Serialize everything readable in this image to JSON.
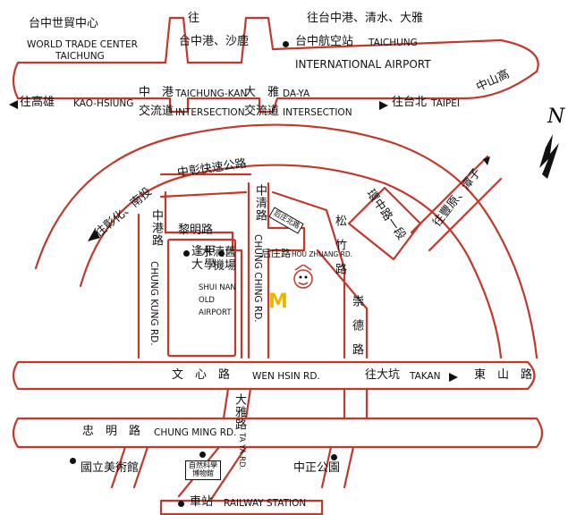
{
  "labels": {
    "wtc_zh": "台中世貿中心",
    "wtc_en1": "WORLD TRADE CENTER",
    "wtc_en2": "TAICHUNG",
    "to_port_1": "往",
    "to_port_2": "台中港、沙鹿",
    "to_airport_zh": "往台中港、清水、大雅",
    "airport_zh": "台中航空站",
    "airport_en1": "TAICHUNG",
    "airport_en2": "INTERNATIONAL AIRPORT",
    "kaohsiung_zh": "往高雄",
    "kaohsiung_en": "KAO-HSIUNG",
    "zhonggang_int_zh1": "中　港",
    "zhonggang_int_zh2": "交流道",
    "zhonggang_int_en1": "TAICHUNG-KAN",
    "zhonggang_int_en2": "INTERSECTION",
    "daya_int_zh1": "大　雅",
    "daya_int_zh2": "交流道",
    "daya_int_en1": "DA-YA",
    "daya_int_en2": "INTERSECTION",
    "taipei_zh": "往台北",
    "taipei_en": "TAIPEI",
    "zhongshan_hwy": "中山高",
    "changhua_zh": "往彰化、南投",
    "zhongchang_expwy": "中彰快速公路",
    "huanzhong_rd": "環中路一段",
    "to_fengyuan": "往豐原、潭子",
    "zhonggang_rd_zh": "中港路",
    "zhonggang_rd_en": "CHUNG KUNG RD.",
    "liming_rd": "黎明路",
    "fengjia_zh": "逢甲大學",
    "shuinan_zh": "水湳舊機場",
    "shuinan_en1": "SHUI NAN",
    "shuinan_en2": "OLD",
    "shuinan_en3": "AIRPORT",
    "zhongqing_rd_zh": "中清路",
    "zhongqing_rd_en": "CHUNG CHING RD.",
    "houzhuang_box": "后庄北路",
    "houzhuang_zh": "后庄路",
    "houzhuang_en": "HOU ZHUANG RD.",
    "songzhu_rd": "松竹路",
    "chongde_rd": "崇德路",
    "wenxin_zh": "文　心　路",
    "wenxin_en": "WEN HSIN RD.",
    "takan_zh": "往大坑",
    "takan_en": "TAKAN",
    "dongshan_rd": "東　山　路",
    "zhongming_zh": "忠　明　路",
    "zhongming_en": "CHUNG MING RD.",
    "daya_rd_zh": "大雅路",
    "daya_rd_en": "TA YA RD.",
    "museum_art": "國立美術館",
    "museum_science": "自然科學博物館",
    "zhongzheng_park": "中正公園",
    "station_zh": "車站",
    "station_en": "RAILWAY STATION",
    "north": "N",
    "mcd": "M"
  },
  "colors": {
    "road_outline": "#c0392b",
    "text": "#111111",
    "mcd": "#e8b800"
  }
}
